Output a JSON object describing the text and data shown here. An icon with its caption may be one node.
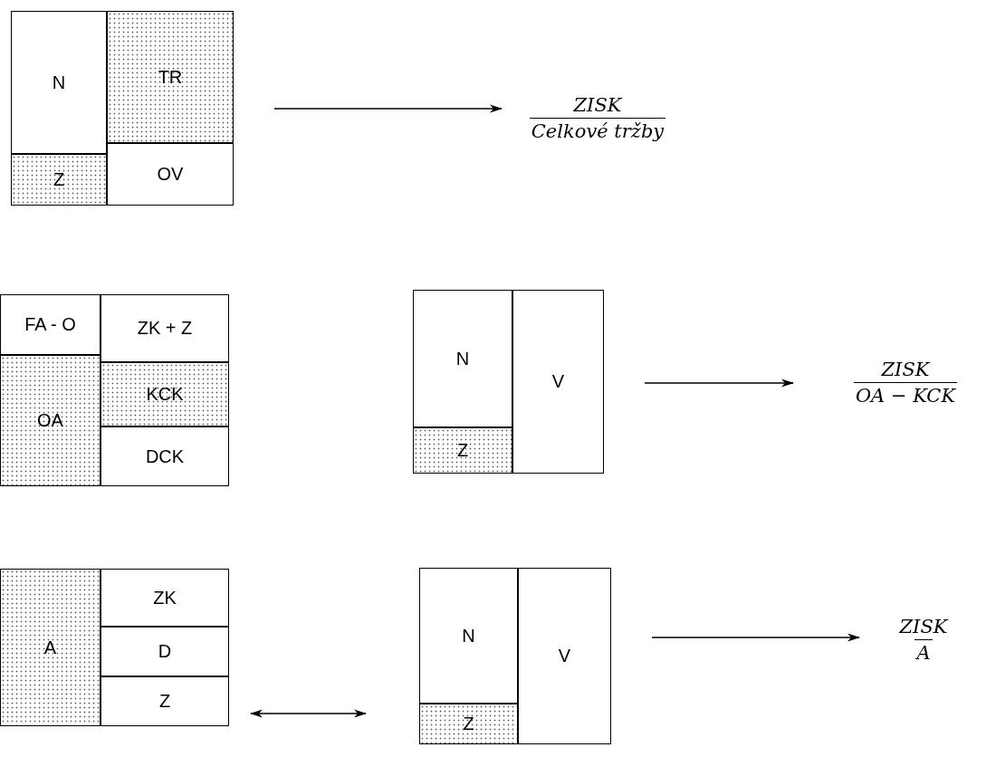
{
  "diagram": {
    "nodes": [
      {
        "text": [],
        "shape": "box"
      },
      {
        "text": [
          "N"
        ],
        "in": 0
      },
      {
        "text": [
          "TR"
        ],
        "in": 0
      },
      {
        "text": [
          "Z"
        ],
        "in": 0
      },
      {
        "text": [
          "OV"
        ],
        "in": 0
      },
      {
        "text": [
          "ZISK",
          "Celkové tržby"
        ]
      },
      {
        "text": [],
        "shape": "box"
      },
      {
        "text": [
          "FA - O"
        ],
        "in": 6
      },
      {
        "text": [
          "ZK + Z"
        ],
        "in": 6
      },
      {
        "text": [
          "OA"
        ],
        "in": 6
      },
      {
        "text": [
          "KCK"
        ],
        "in": 6
      },
      {
        "text": [
          "DCK"
        ],
        "in": 6
      },
      {
        "text": [],
        "shape": "box"
      },
      {
        "text": [
          "N"
        ],
        "in": 12
      },
      {
        "text": [
          "V"
        ],
        "in": 12
      },
      {
        "text": [
          "Z"
        ],
        "in": 12
      },
      {
        "text": [
          "ZISK",
          "OA − KCK"
        ]
      },
      {
        "text": [],
        "shape": "box"
      },
      {
        "text": [
          "A"
        ],
        "in": 17
      },
      {
        "text": [
          "ZK"
        ],
        "in": 17
      },
      {
        "text": [
          "D"
        ],
        "in": 17
      },
      {
        "text": [
          "Z"
        ],
        "in": 17
      },
      {
        "text": [],
        "shape": "box"
      },
      {
        "text": [
          "N"
        ],
        "in": 22
      },
      {
        "text": [
          "V"
        ],
        "in": 22
      },
      {
        "text": [
          "Z"
        ],
        "in": 22
      },
      {
        "text": [
          "ZISK",
          "A"
        ]
      }
    ],
    "edges": [
      {
        "from": 0,
        "to": 5,
        "arrow": "to"
      },
      {
        "from": 12,
        "to": 16,
        "arrow": "to"
      },
      {
        "from": 17,
        "to": 22,
        "arrow": "both"
      },
      {
        "from": 22,
        "to": 26,
        "arrow": "to"
      }
    ]
  }
}
